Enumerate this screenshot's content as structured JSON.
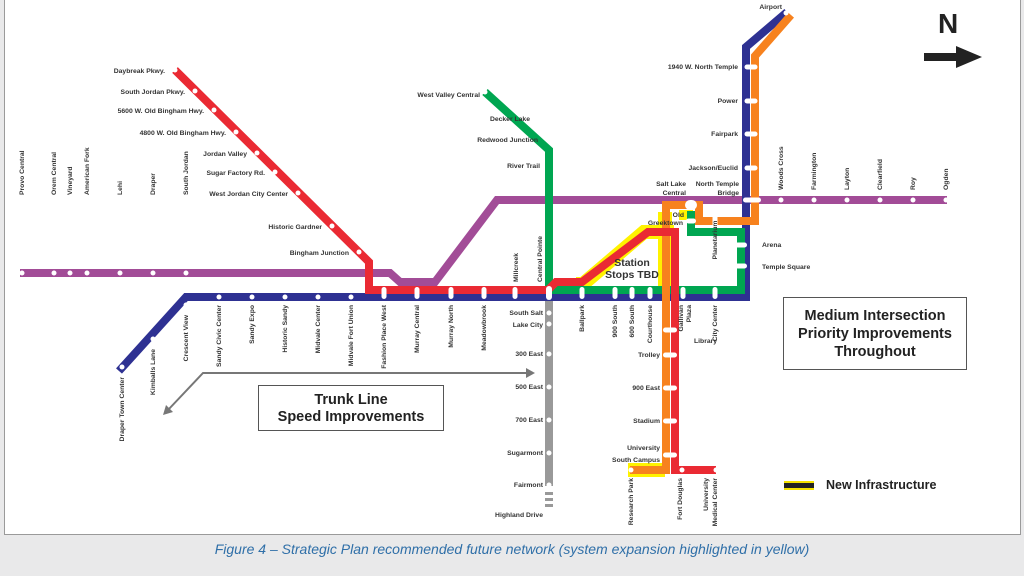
{
  "colors": {
    "red": "#ea2a33",
    "blue": "#2e3192",
    "green": "#00a651",
    "orange": "#f7821e",
    "purple": "#a24c97",
    "gray": "#999999",
    "yellow": "#fff200",
    "caption": "#2f6fa8"
  },
  "north_label": "N",
  "trunk_box": {
    "line1": "Trunk Line",
    "line2": "Speed Improvements"
  },
  "medium_box": {
    "line1": "Medium Intersection",
    "line2": "Priority Improvements",
    "line3": "Throughout"
  },
  "station_stops_tbd": {
    "line1": "Station",
    "line2": "Stops TBD"
  },
  "legend": {
    "label": "New Infrastructure"
  },
  "caption": "Figure 4 – Strategic Plan recommended future network (system expansion highlighted in yellow)",
  "stations": {
    "frontrunner_south": [
      "Provo Central",
      "Orem Central",
      "Vineyard",
      "American Fork",
      "Lehi",
      "Draper",
      "South Jordan"
    ],
    "frontrunner_north": [
      "Woods Cross",
      "Farmington",
      "Layton",
      "Clearfield",
      "Roy",
      "Ogden"
    ],
    "red_west": [
      "Daybreak Pkwy.",
      "South Jordan Pkwy.",
      "5600 W. Old Bingham Hwy.",
      "4800 W. Old Bingham Hwy.",
      "Jordan Valley",
      "Sugar Factory Rd.",
      "West Jordan City Center",
      "Historic Gardner",
      "Bingham Junction"
    ],
    "blue_south": [
      "Draper Town Center",
      "Kimballs Lane",
      "Crescent View",
      "Sandy Civic Center",
      "Sandy Expo",
      "Historic Sandy",
      "Midvale Center",
      "Midvale Fort Union",
      "Fashion Place West",
      "Murray Central",
      "Murray North",
      "Meadowbrook"
    ],
    "trunk_above": [
      "Millcreek",
      "Central Pointe"
    ],
    "gray": [
      "South Salt",
      "Lake City",
      "300 East",
      "500 East",
      "700 East",
      "Sugarmont",
      "Fairmont",
      "Highland Drive"
    ],
    "downtown": [
      "Ballpark",
      "900 South",
      "600 South",
      "Courthouse",
      "Gallivan",
      "Plaza",
      "City Center",
      "Library",
      "Planetarium"
    ],
    "university": [
      "Trolley",
      "900 East",
      "Stadium",
      "University",
      "South Campus",
      "Research Park",
      "Fort Douglas",
      "University",
      "Medical Center"
    ],
    "green_west": [
      "West Valley Central",
      "Decker Lake",
      "Redwood Junction",
      "River Trail"
    ],
    "airport": [
      "Airport",
      "1940 W. North Temple",
      "Power",
      "Fairpark",
      "Jackson/Euclid",
      "North Temple",
      "Bridge",
      "Salt Lake",
      "Central",
      "Old",
      "Greektown",
      "Arena",
      "Temple Square"
    ]
  }
}
